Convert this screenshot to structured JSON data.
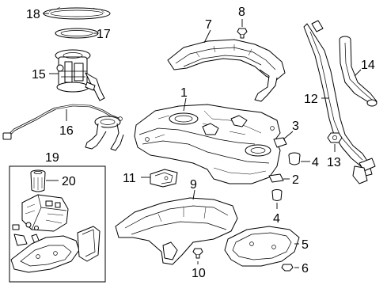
{
  "diagram": {
    "callouts": {
      "c1": "1",
      "c2": "2",
      "c3": "3",
      "c4a": "4",
      "c4b": "4",
      "c5": "5",
      "c6": "6",
      "c7": "7",
      "c8": "8",
      "c9": "9",
      "c10": "10",
      "c11": "11",
      "c12": "12",
      "c13": "13",
      "c14": "14",
      "c15": "15",
      "c16": "16",
      "c17": "17",
      "c18": "18",
      "c19": "19",
      "c20": "20"
    },
    "line_color": "#000000",
    "background": "#ffffff"
  }
}
